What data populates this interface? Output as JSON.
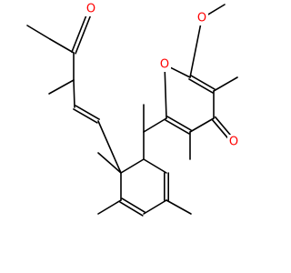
{
  "molecule": {
    "colors": {
      "bond": "#000000",
      "oxygen": "#ff0000"
    },
    "atoms": [
      {
        "id": "ring_O",
        "symbol": "O"
      },
      {
        "id": "methoxy_O",
        "symbol": "O"
      },
      {
        "id": "keto_O_pyranone",
        "symbol": "O"
      },
      {
        "id": "keto_O_chain",
        "symbol": "O"
      }
    ]
  }
}
